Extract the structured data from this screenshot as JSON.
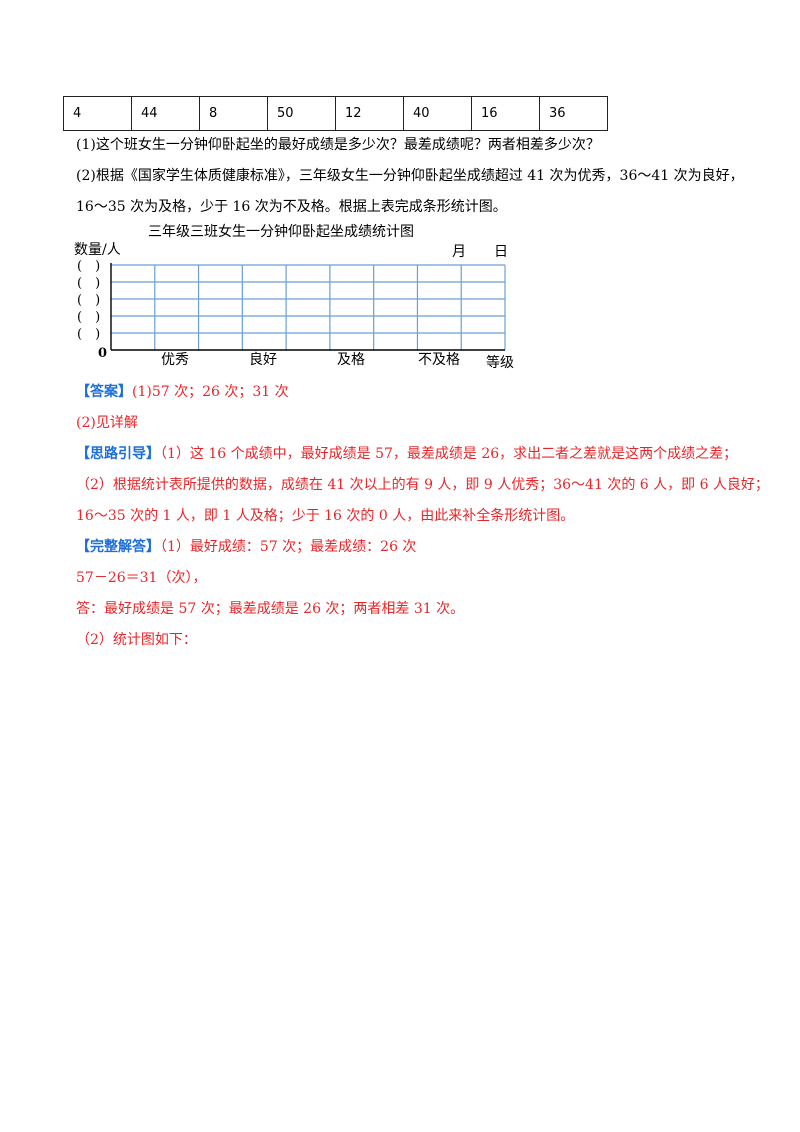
{
  "table": {
    "row": [
      "4",
      "44",
      "8",
      "50",
      "12",
      "40",
      "16",
      "36"
    ]
  },
  "questions": {
    "q1": "(1)这个班女生一分钟仰卧起坐的最好成绩是多少次？最差成绩呢？两者相差多少次？",
    "q2_line1": "(2)根据《国家学生体质健康标准》，三年级女生一分钟仰卧起坐成绩超过 41 次为优秀，36～41 次为良好，",
    "q2_line2": "16～35 次为及格，少于 16 次为不及格。根据上表完成条形统计图。"
  },
  "chart_data": {
    "type": "bar",
    "title": "三年级三班女生一分钟仰卧起坐成绩统计图",
    "date_label": "月　　日",
    "ylabel": "数量/人",
    "xlabel": "等级",
    "origin_label": "0",
    "y_tick_labels": [
      "(　)",
      "(　)",
      "(　)",
      "(　)",
      "(　)"
    ],
    "categories": [
      "优秀",
      "良好",
      "及格",
      "不及格"
    ],
    "values": [],
    "grid": true
  },
  "answer": {
    "tag": "【答案】",
    "a1": "(1)57 次；26 次；31 次",
    "a2": "(2)见详解"
  },
  "hint": {
    "tag": "【思路引导】",
    "line1": "（1）这 16 个成绩中，最好成绩是 57，最差成绩是 26，求出二者之差就是这两个成绩之差；",
    "line2": "（2）根据统计表所提供的数据，成绩在 41 次以上的有 9 人，即 9 人优秀；36～41 次的 6 人，即 6 人良好；",
    "line3": "16～35 次的 1 人，即 1 人及格；少于 16 次的 0 人，由此来补全条形统计图。"
  },
  "solution": {
    "tag": "【完整解答】",
    "line1": "（1）最好成绩：57 次；最差成绩：26 次",
    "line2": "57－26＝31（次），",
    "line3": "答：最好成绩是 57 次；最差成绩是 26 次；两者相差 31 次。",
    "line4": "（2）统计图如下："
  },
  "colors": {
    "red": "#e8262a",
    "blue": "#1e6fd9",
    "grid": "#6a9fd6"
  }
}
